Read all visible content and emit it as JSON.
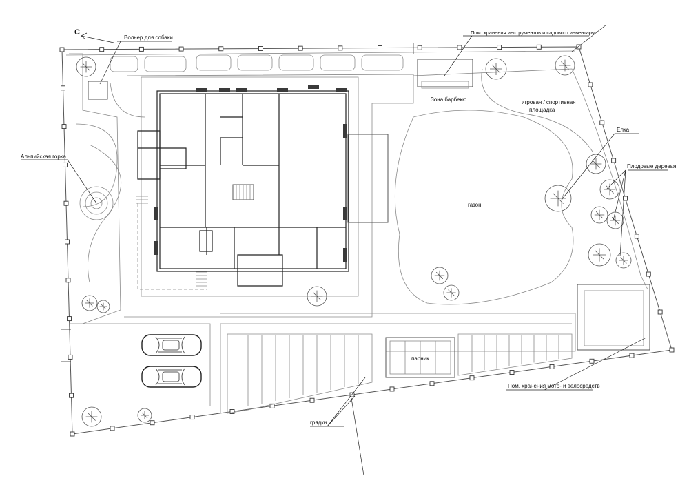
{
  "north": {
    "label": "С"
  },
  "labels": {
    "dog_enclosure": "Вольер для собаки",
    "tool_storage": "Пом. хранения инструментов и садового инвентаря",
    "bbq_zone": "Зона барбекю",
    "play_area_line1": "игровая / спортивная",
    "play_area_line2": "площадка",
    "spruce": "Елка",
    "fruit_trees": "Плодовые деревья",
    "alpine_hill": "Альпийская горка",
    "lawn": "газон",
    "greenhouse": "парник",
    "bike_storage": "Пом. хранения мото- и велосредств",
    "garden_beds": "грядки"
  },
  "icons": {
    "cars": "car-icon",
    "trees": "tree-icon",
    "north_arrow": "arrow-left-icon"
  },
  "colors": {
    "ink": "#222222",
    "pencil": "#8a8a8a",
    "paper": "#ffffff"
  }
}
